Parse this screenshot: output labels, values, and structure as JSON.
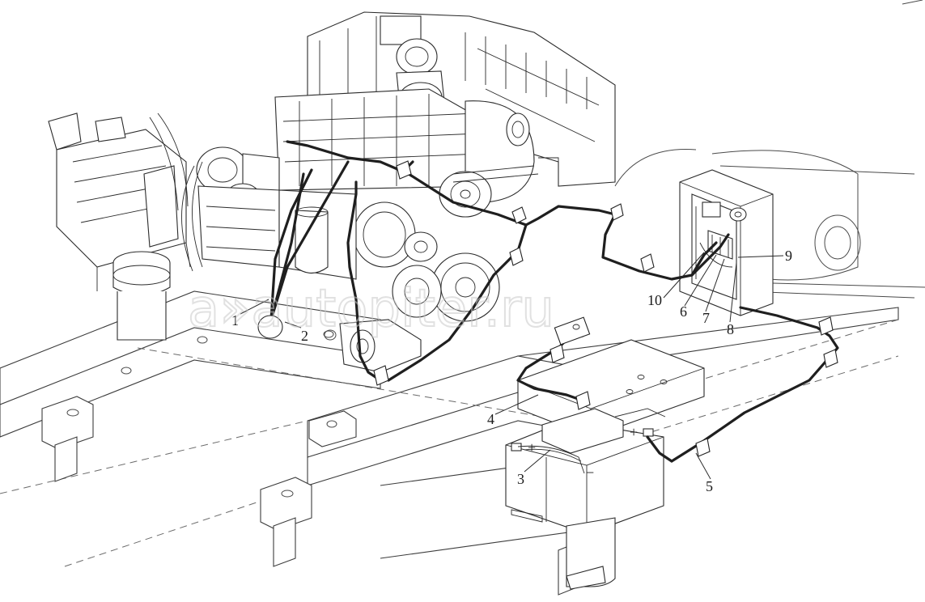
{
  "watermark": "a»autopiter.ru",
  "callouts": [
    "1",
    "2",
    "3",
    "4",
    "5",
    "6",
    "7",
    "8",
    "9",
    "10"
  ],
  "battery_terminals": {
    "positive": "+",
    "negative": "−"
  },
  "icons": {
    "engine": "engine-assembly-icon",
    "battery": "battery-icon",
    "control_box": "electrical-box-icon"
  }
}
